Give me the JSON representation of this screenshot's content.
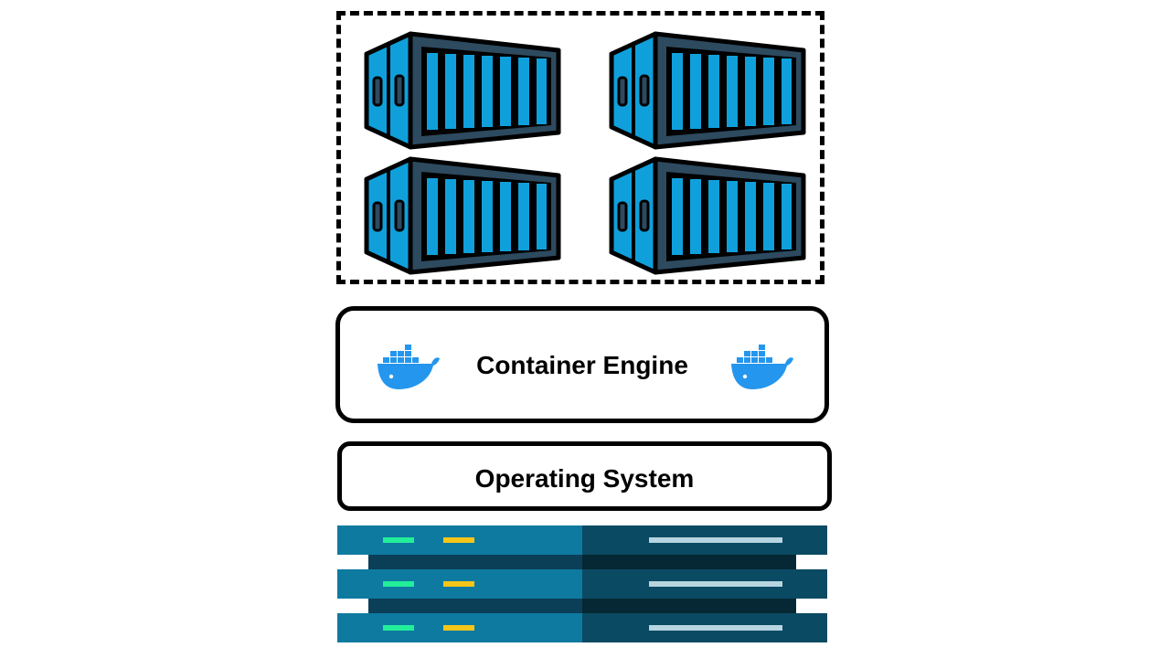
{
  "diagram": {
    "containers": {
      "label": "",
      "icons": [
        "shipping-container-icon",
        "shipping-container-icon",
        "shipping-container-icon",
        "shipping-container-icon"
      ],
      "colors": {
        "body": "#0fa0dc",
        "shade": "#0b7fb5",
        "frame": "#2d4a5f",
        "outline": "#000000"
      }
    },
    "engine": {
      "label": "Container Engine",
      "icon": "docker-whale-icon",
      "icon_color": "#2496ed"
    },
    "os": {
      "label": "Operating System"
    },
    "hardware": {
      "icon": "server-rack-icon",
      "units": 3,
      "colors": {
        "front_left": "#0e7aa0",
        "front_right": "#0a4a63",
        "gap": "#0a3f57",
        "gap_dark": "#062734",
        "led_green": "#22ee99",
        "led_yellow": "#f5c518",
        "slot": "#b7d5e0"
      }
    }
  }
}
